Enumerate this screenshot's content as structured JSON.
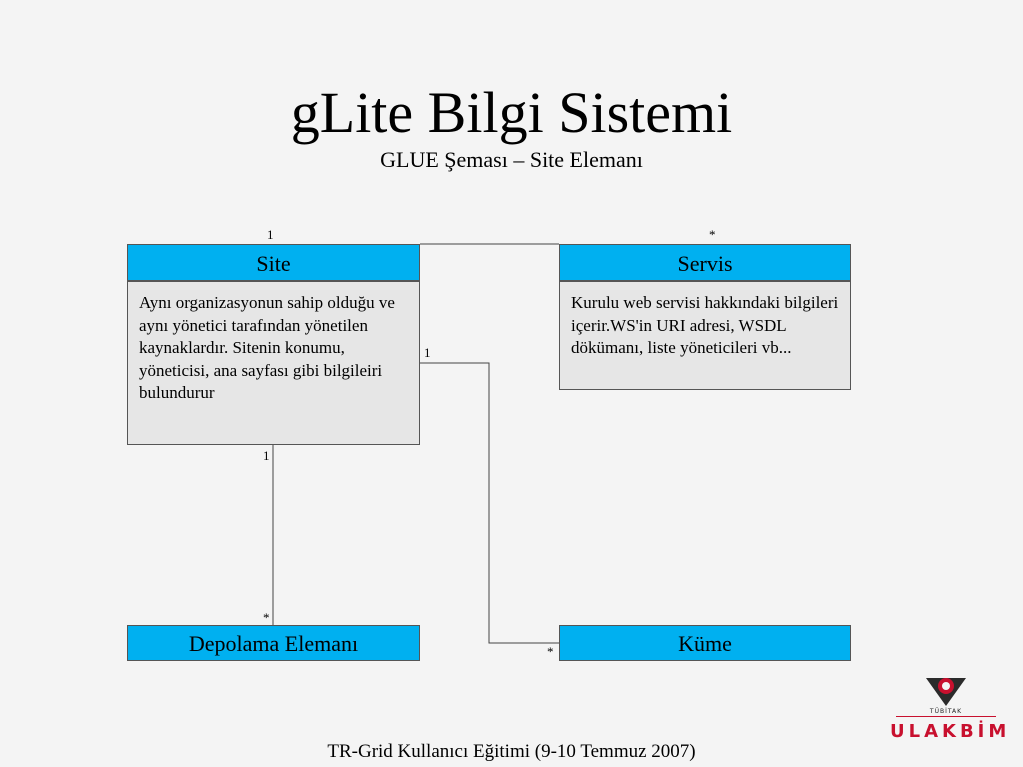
{
  "title": "gLite Bilgi Sistemi",
  "subtitle": "GLUE Şeması – Site Elemanı",
  "boxes": {
    "site": {
      "header": "Site",
      "body": "Aynı organizasyonun sahip olduğu ve aynı yönetici tarafından yönetilen kaynaklardır. Sitenin konumu, yöneticisi, ana sayfası gibi bilgileiri bulundurur"
    },
    "servis": {
      "header": "Servis",
      "body": "Kurulu web servisi hakkındaki bilgileri içerir.WS'in URI adresi, WSDL dökümanı, liste yöneticileri vb..."
    },
    "depolama": {
      "header": "Depolama Elemanı"
    },
    "kume": {
      "header": "Küme"
    }
  },
  "multiplicities": {
    "site_servis_site": "1",
    "site_servis_servis": "*",
    "site_kume_site": "1",
    "site_kume_kume": "*",
    "site_depolama_site": "1",
    "site_depolama_depolama": "*"
  },
  "colors": {
    "header_fill": "#00b0f0",
    "body_fill": "#e6e6e6",
    "background": "#f4f4f4",
    "logo_red": "#c8102e"
  },
  "footer": "TR-Grid Kullanıcı Eğitimi (9-10 Temmuz 2007)",
  "logo": {
    "small_text": "TÜBİTAK",
    "word": "ULAKBİM",
    "icon": "tubitak-logo-icon"
  }
}
